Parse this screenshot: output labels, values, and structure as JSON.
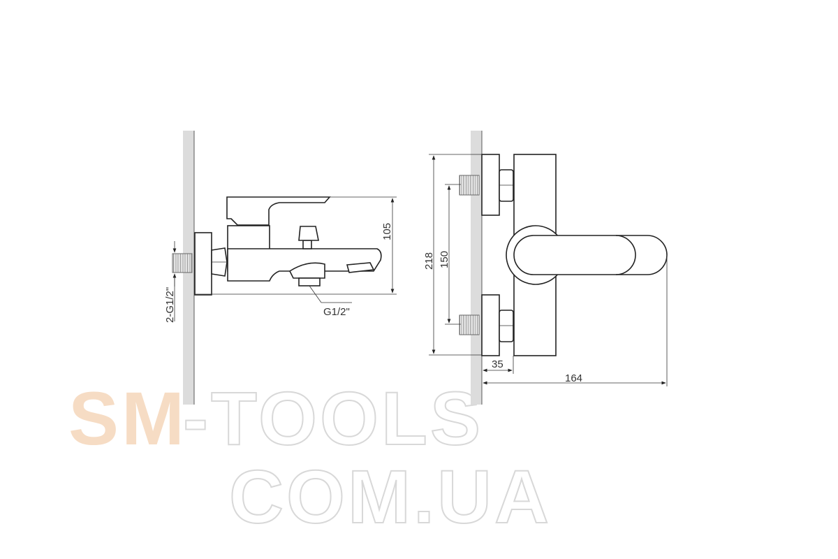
{
  "dimensions": {
    "height_side": "105",
    "outlet_thread": "G1/2\"",
    "inlet_thread": "2-G1/2\"",
    "overall_height": "218",
    "inlet_spacing": "150",
    "wall_to_body": "35",
    "overall_depth": "164"
  },
  "watermark": {
    "line1_a": "SM",
    "line1_b": "-TOOLS",
    "line2": "COM.UA"
  },
  "colors": {
    "wall": "#dcdcdc",
    "watermark_accent": "#f6dcc4",
    "watermark_outline": "#d8d8d8"
  }
}
